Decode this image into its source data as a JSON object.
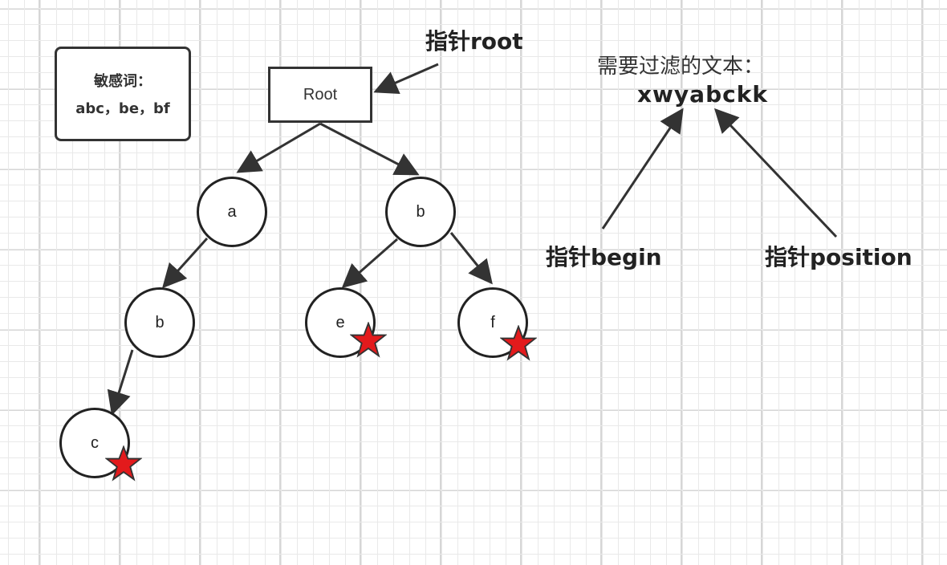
{
  "keywords_box": {
    "title": "敏感词：",
    "words": "abc，be，bf"
  },
  "root_box": {
    "label": "Root"
  },
  "pointer_root": "指针root",
  "text_title": "需要过滤的文本：",
  "text_string": "xwyabckk",
  "pointer_begin": "指针begin",
  "pointer_position": "指针position",
  "nodes": {
    "a": "a",
    "b_top": "b",
    "b_left": "b",
    "c": "c",
    "e": "e",
    "f": "f"
  },
  "colors": {
    "star": "#e31a1c",
    "line": "#333333"
  },
  "end_marker_icon": "star-icon"
}
